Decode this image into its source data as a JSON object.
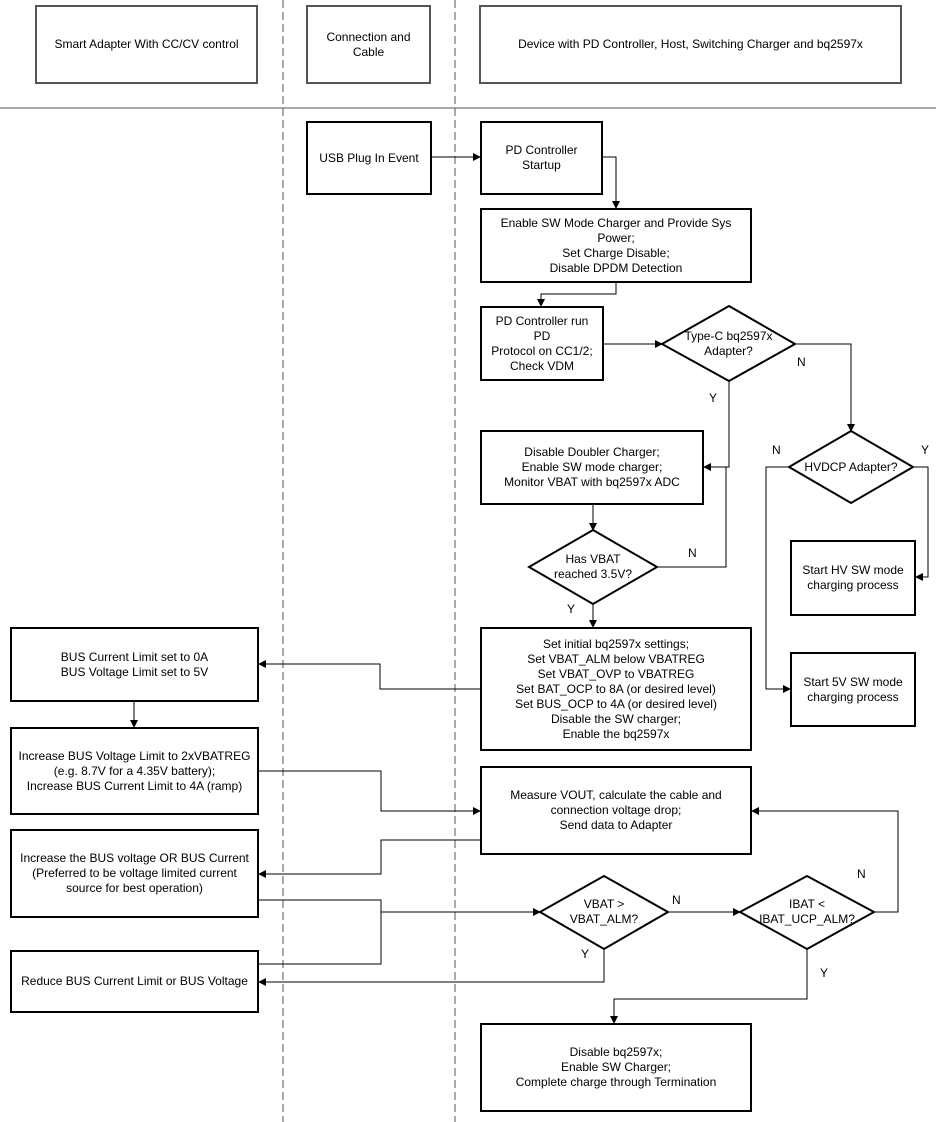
{
  "headers": {
    "adapter": "Smart Adapter With CC/CV control",
    "cable": "Connection and\nCable",
    "device": "Device with PD Controller, Host, Switching Charger and bq2597x"
  },
  "boxes": {
    "usb_plug": "USB Plug In Event",
    "pd_startup": "PD Controller Startup",
    "enable_sw": "Enable SW Mode Charger and Provide Sys\nPower;\nSet Charge Disable;\nDisable DPDM Detection",
    "pd_protocol": "PD Controller run PD\nProtocol on CC1/2;\nCheck VDM",
    "disable_doubler": "Disable Doubler Charger;\nEnable SW mode charger;\nMonitor VBAT with bq2597x ADC",
    "start_hv": "Start HV SW mode\ncharging process",
    "start_5v": "Start 5V SW mode\ncharging process",
    "initial_settings": "Set initial bq2597x settings;\nSet VBAT_ALM below VBATREG\nSet VBAT_OVP to VBATREG\nSet BAT_OCP to 8A (or desired level)\nSet BUS_OCP to 4A (or desired level)\nDisable the SW charger;\nEnable the bq2597x",
    "bus_limit": "BUS Current Limit set to 0A\nBUS Voltage Limit set to 5V",
    "increase_limit": "Increase BUS Voltage Limit to 2xVBATREG\n(e.g. 8.7V for a 4.35V battery);\nIncrease BUS Current Limit to 4A (ramp)",
    "measure_vout": "Measure VOUT, calculate the cable and\nconnection voltage drop;\nSend data to Adapter",
    "increase_bus": "Increase the BUS voltage OR BUS Current\n(Preferred to be voltage limited current\nsource for best operation)",
    "reduce_bus": "Reduce BUS Current Limit or BUS Voltage",
    "disable_bq": "Disable bq2597x;\nEnable SW Charger;\nComplete charge through Termination"
  },
  "decisions": {
    "typec": "Type-C bq2597x\nAdapter?",
    "hvdcp": "HVDCP Adapter?",
    "vbat35": "Has VBAT\nreached 3.5V?",
    "vbat_alm": "VBAT >\nVBAT_ALM?",
    "ibat_ucp": "IBAT <\nIBAT_UCP_ALM?"
  },
  "labels": {
    "typec_no": "N",
    "typec_yes": "Y",
    "hvdcp_no": "N",
    "hvdcp_yes": "Y",
    "vbat35_no": "N",
    "vbat35_yes": "Y",
    "vbat_alm_no": "N",
    "vbat_alm_yes": "Y",
    "ibat_no": "N",
    "ibat_yes": "Y"
  }
}
